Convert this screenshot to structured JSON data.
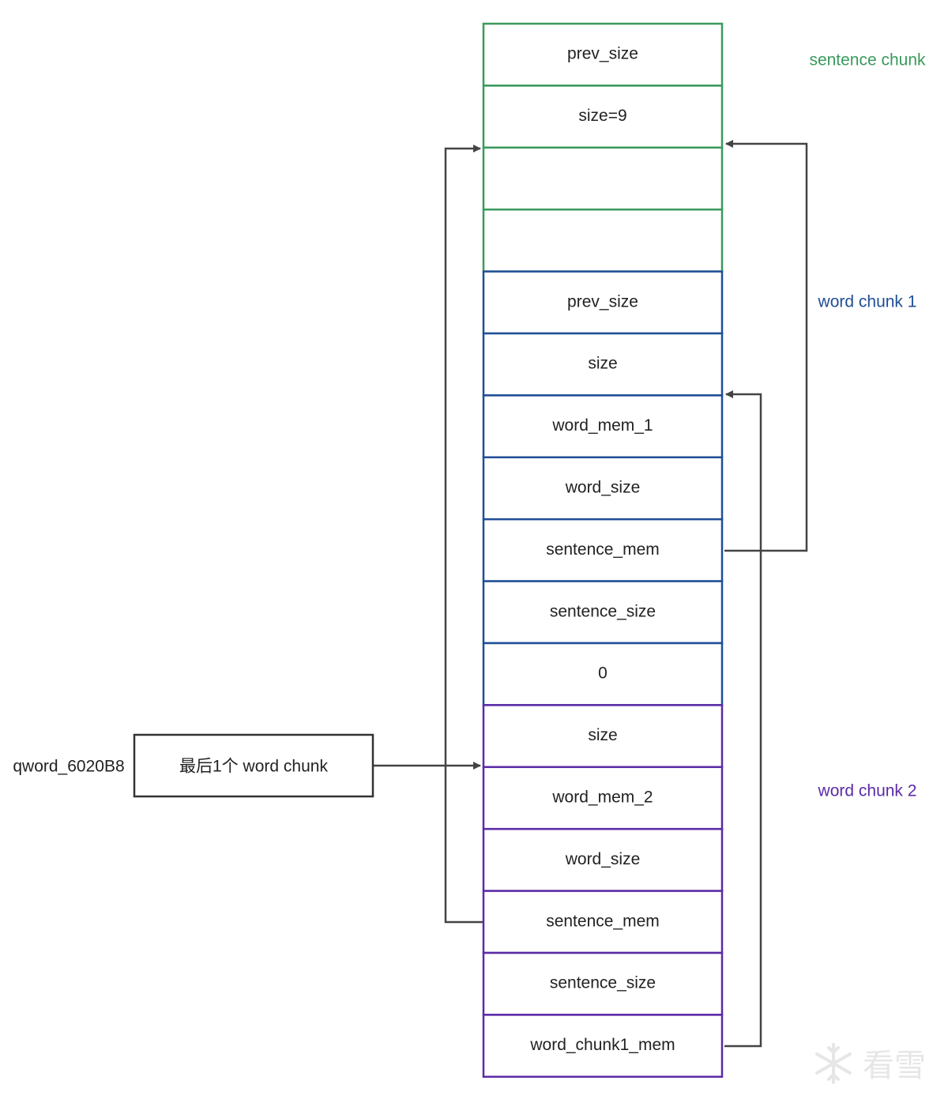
{
  "colors": {
    "sentence_chunk": "#3a9a5c",
    "word_chunk_1": "#1f4e96",
    "word_chunk_2": "#5b2aa6",
    "neutral": "#333333",
    "arrow": "#444444"
  },
  "chunks": [
    {
      "key": "sentence",
      "label": "sentence chunk",
      "color": "#3a9a5c",
      "cells": [
        "prev_size",
        "size=9",
        "",
        ""
      ]
    },
    {
      "key": "word1",
      "label": "word chunk 1",
      "color": "#1f4e96",
      "cells": [
        "prev_size",
        "size",
        "word_mem_1",
        "word_size",
        "sentence_mem",
        "sentence_size"
      ]
    },
    {
      "key": "separator",
      "label": "",
      "color": "#1f4e96",
      "cells": [
        "0"
      ]
    },
    {
      "key": "word2",
      "label": "word chunk 2",
      "color": "#5b2aa6",
      "cells": [
        "size",
        "word_mem_2",
        "word_size",
        "sentence_mem",
        "sentence_size",
        "word_chunk1_mem"
      ]
    }
  ],
  "pointer_box": {
    "name_label": "qword_6020B8",
    "box_text": "最后1个 word chunk"
  },
  "watermark": {
    "text": "看雪",
    "icon": "snowflake-icon"
  }
}
